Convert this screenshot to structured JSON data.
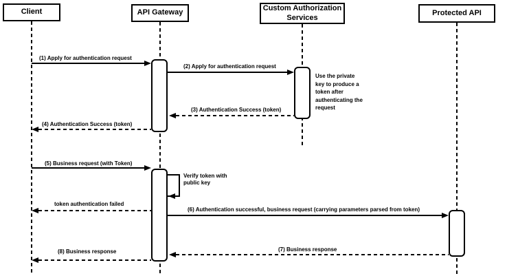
{
  "diagram_type": "uml-sequence",
  "colors": {
    "stroke": "#000000",
    "background": "#ffffff",
    "box_fill": "#ffffff",
    "text": "#000000"
  },
  "actors": [
    {
      "name": "Client"
    },
    {
      "name": "API Gateway"
    },
    {
      "name": "Custom Authorization Services"
    },
    {
      "name": "Protected API"
    }
  ],
  "messages": [
    {
      "label": "(1) Apply for authentication request",
      "from": "Client",
      "to": "API Gateway",
      "line": "solid"
    },
    {
      "label": "(2) Apply for authentication request",
      "from": "API Gateway",
      "to": "Custom Authorization Services",
      "line": "solid"
    },
    {
      "label": "(3) Authentication Success (token)",
      "from": "Custom Authorization Services",
      "to": "API Gateway",
      "line": "dashed"
    },
    {
      "label": "(4) Authentication Success (token)",
      "from": "API Gateway",
      "to": "Client",
      "line": "dashed"
    },
    {
      "label": "(5) Business request (with Token)",
      "from": "Client",
      "to": "API Gateway",
      "line": "solid"
    },
    {
      "label": "Verify token with public key",
      "from": "API Gateway",
      "to": "API Gateway",
      "line": "self"
    },
    {
      "label": "token authentication failed",
      "from": "API Gateway",
      "to": "Client",
      "line": "dashed"
    },
    {
      "label": "(6) Authentication successful, business request (carrying parameters parsed from token)",
      "from": "API Gateway",
      "to": "Protected API",
      "line": "solid"
    },
    {
      "label": "(7) Business response",
      "from": "Protected API",
      "to": "API Gateway",
      "line": "dashed"
    },
    {
      "label": "(8) Business response",
      "from": "API Gateway",
      "to": "Client",
      "line": "dashed"
    }
  ],
  "note": {
    "text": "Use the private key to produce a token after authenticating the request"
  }
}
